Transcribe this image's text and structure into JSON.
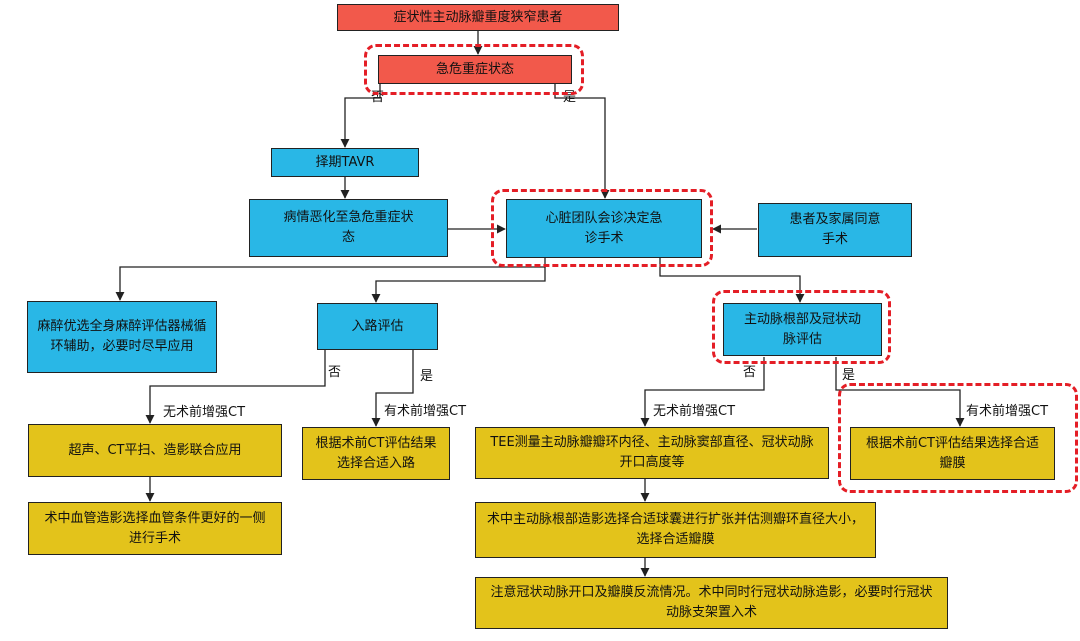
{
  "nodes": {
    "patient": "症状性主动脉瓣重度狭窄患者",
    "emergency": "急危重症状态",
    "selective_tavr": "择期TAVR",
    "worsen": "病情恶化至急危重症状态",
    "heart_team": "心脏团队会诊决定急诊手术",
    "family_consent": "患者及家属同意手术",
    "anesthesia": "麻醉优选全身麻醉评估器械循环辅助，必要时尽早应用",
    "access_eval": "入路评估",
    "root_eval": "主动脉根部及冠状动脉评估",
    "combined_imaging": "超声、CT平扫、造影联合应用",
    "intra_angio_side": "术中血管造影选择血管条件更好的一侧进行手术",
    "access_by_ct": "根据术前CT评估结果选择合适入路",
    "tee_measure": "TEE测量主动脉瓣瓣环内径、主动脉窦部直径、冠状动脉开口高度等",
    "root_angio_balloon": "术中主动脉根部造影选择合适球囊进行扩张并估测瓣环直径大小，选择合适瓣膜",
    "coronary_attention": "注意冠状动脉开口及瓣膜反流情况。术中同时行冠状动脉造影，必要时行冠状动脉支架置入术",
    "valve_by_ct": "根据术前CT评估结果选择合适瓣膜"
  },
  "labels": {
    "no": "否",
    "yes": "是",
    "no_ct": "无术前增强CT",
    "has_ct": "有术前增强CT"
  },
  "colors": {
    "red": "#f2594b",
    "blue": "#29b7e6",
    "yellow": "#e3c31b",
    "highlight": "#e41e26"
  }
}
